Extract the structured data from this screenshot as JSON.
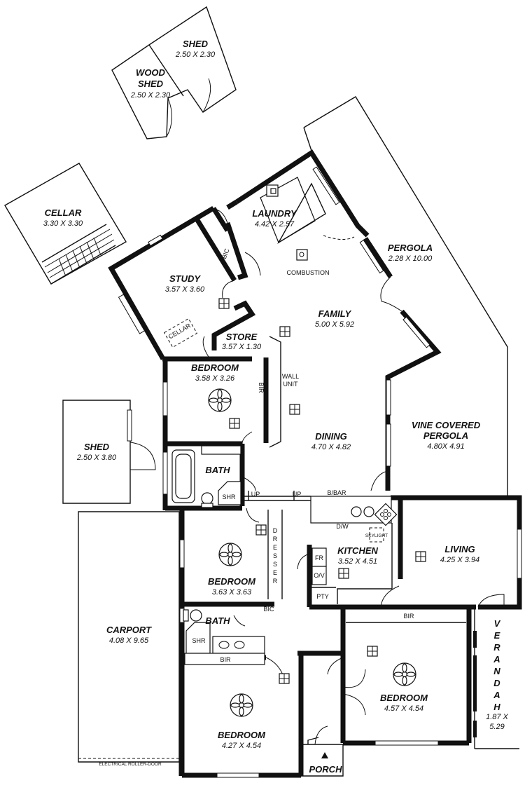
{
  "rooms": {
    "shed_top": {
      "name": "SHED",
      "dims": "2.50 X 2.30"
    },
    "wood_shed": {
      "name1": "WOOD",
      "name2": "SHED",
      "dims": "2.50 X 2.30"
    },
    "cellar_out": {
      "name": "CELLAR",
      "dims": "3.30 X 3.30"
    },
    "laundry": {
      "name": "LAUNDRY",
      "dims": "4.42 X 2.57"
    },
    "study": {
      "name": "STUDY",
      "dims": "3.57 X 3.60"
    },
    "store": {
      "name": "STORE",
      "dims": "3.57 X 1.30"
    },
    "family": {
      "name": "FAMILY",
      "dims": "5.00 X 5.92"
    },
    "pergola": {
      "name": "PERGOLA",
      "dims": "2.28 X 10.00"
    },
    "bedroom1": {
      "name": "BEDROOM",
      "dims": "3.58 X 3.26"
    },
    "dining": {
      "name": "DINING",
      "dims": "4.70 X 4.82"
    },
    "vine": {
      "name1": "VINE COVERED",
      "name2": "PERGOLA",
      "dims": "4.80X 4.91"
    },
    "shed_side": {
      "name": "SHED",
      "dims": "2.50 X 3.80"
    },
    "bath1": {
      "name": "BATH"
    },
    "bedroom2": {
      "name": "BEDROOM",
      "dims": "3.63 X 3.63"
    },
    "kitchen": {
      "name": "KITCHEN",
      "dims": "3.52 X 4.51"
    },
    "living": {
      "name": "LIVING",
      "dims": "4.25 X 3.94"
    },
    "carport": {
      "name": "CARPORT",
      "dims": "4.08 X 9.65"
    },
    "bath2": {
      "name": "BATH"
    },
    "bedroom3": {
      "name": "BEDROOM",
      "dims": "4.27 X 4.54"
    },
    "bedroom4": {
      "name": "BEDROOM",
      "dims": "4.57 X 4.54"
    },
    "porch": {
      "name": "PORCH"
    },
    "verandah": {
      "letters": [
        "V",
        "E",
        "R",
        "A",
        "N",
        "D",
        "A",
        "H"
      ],
      "dims1": "1.87 X",
      "dims2": "5.29"
    }
  },
  "labels": {
    "bic": "BIC",
    "bir": "BIR",
    "combustion": "COMBUSTION",
    "cellar_hatch": "CELLAR",
    "wall_unit1": "WALL",
    "wall_unit2": "UNIT",
    "shr": "SHR",
    "up": "UP",
    "bbar": "B/BAR",
    "dw": "D/W",
    "skylight": "SKYLIGHT",
    "fr": "FR",
    "ov": "O/V",
    "pty": "PTY",
    "dresser": [
      "D",
      "R",
      "E",
      "S",
      "S",
      "E",
      "R"
    ],
    "roller_door": "ELECTRICAL ROLLER-DOOR"
  }
}
